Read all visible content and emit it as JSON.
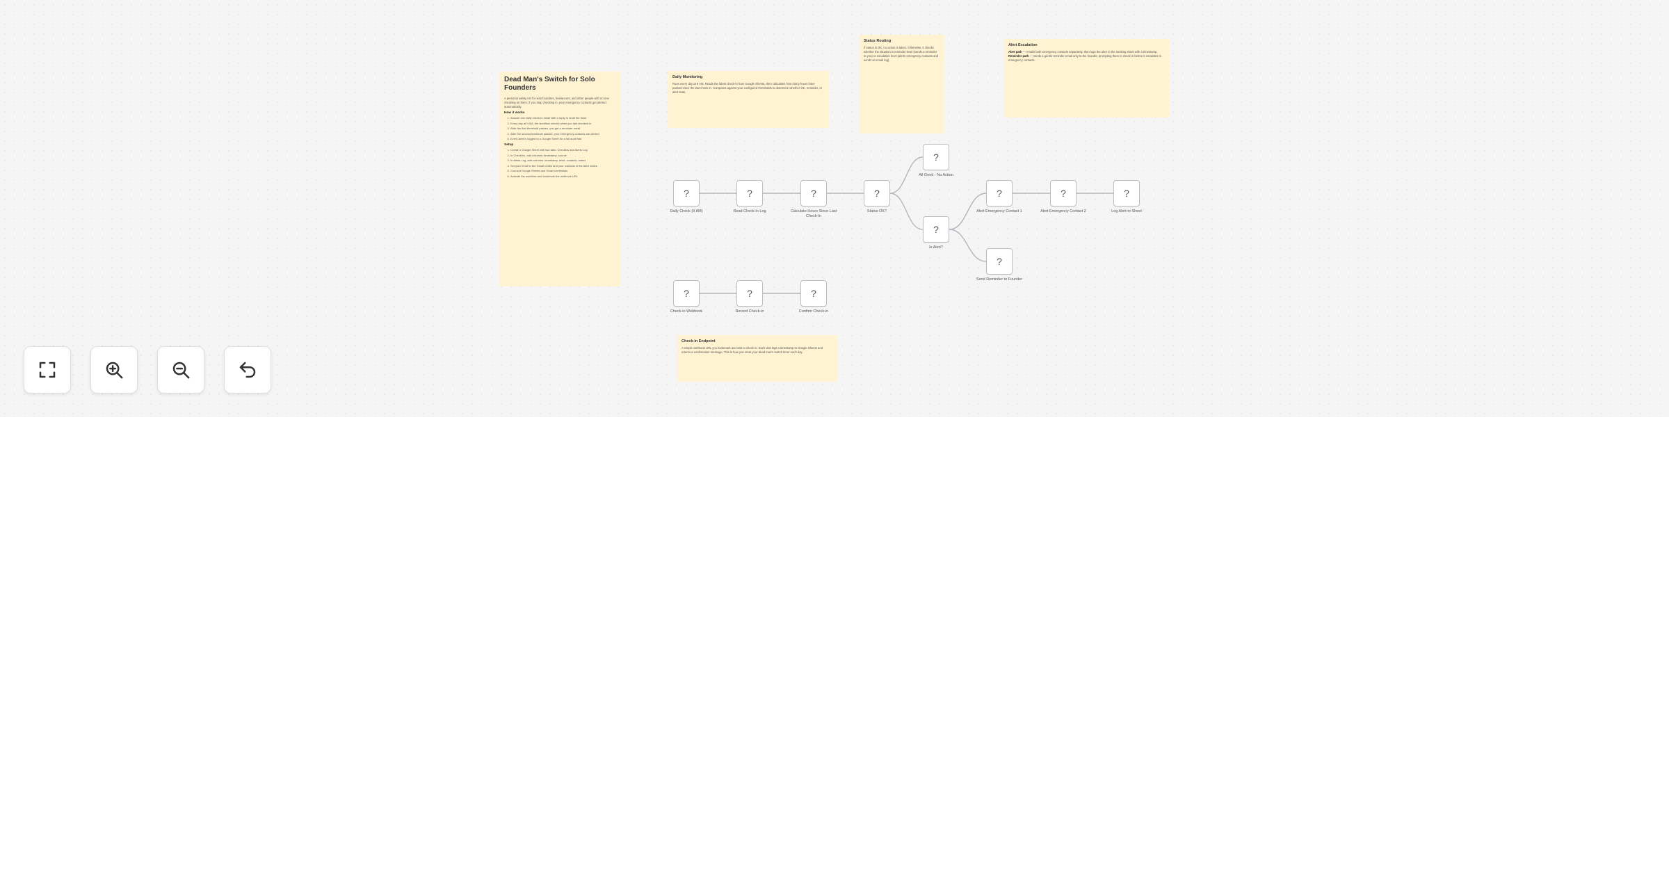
{
  "main_note": {
    "title": "Dead Man's Switch for Solo Founders",
    "intro": "A personal safety net for solo founders, freelancers, and other people with no one checking on them. If you stop checking in, your emergency contacts get alerted automatically.",
    "how_heading": "How it works",
    "how_items": [
      "Answer one daily check-in email with a reply to reset the timer",
      "Every day at 9 AM, the workflow checks when you last checked in",
      "After the first threshold passes, you get a reminder email",
      "After the second threshold passes, your emergency contacts are alerted",
      "Every alert is logged to a Google Sheet for a full audit trail"
    ],
    "setup_heading": "Setup",
    "setup_items": [
      "Create a Google Sheet with two tabs: CheckIns and Alerts Log",
      "In CheckIns, add columns: timestamp, source",
      "In Alerts Log, add columns: timestamp, level, contacts, status",
      "Set your email in the Gmail nodes and your contacts in the Alert nodes",
      "Connect Google Sheets and Gmail credentials",
      "Activate the workflow and bookmark the webhook URL"
    ]
  },
  "notes": {
    "daily_monitoring": {
      "title": "Daily Monitoring",
      "body": "Runs every day at 9 AM. Reads the latest check-in from Google Sheets, then calculates how many hours have passed since the last check-in. Compares against your configured thresholds to determine whether OK, reminder, or alert state."
    },
    "status_routing": {
      "title": "Status Routing",
      "body": "If status is OK, no action is taken. Otherwise, it checks whether the situation is reminder level (sends a reminder to you) or escalation level (alerts emergency contacts and sends an email log)."
    },
    "alert_escalation": {
      "title": "Alert Escalation",
      "body_lead_1": "Alert path",
      "body_rest_1": " — emails both emergency contacts separately, then logs the alert to the tracking sheet with a timestamp.",
      "body_lead_2": "Reminder path",
      "body_rest_2": " — sends a gentle reminder email only to the founder, prompting them to check in before it escalates to emergency contacts."
    },
    "check_in_endpoint": {
      "title": "Check-in Endpoint",
      "body": "A simple webhook URL you bookmark and visit to check in. Each visit logs a timestamp to Google Sheets and returns a confirmation message. This is how you reset your dead man's switch timer each day."
    }
  },
  "nodes": [
    {
      "id": "n_daily",
      "icon": "?",
      "label": "Daily Check (9 AM)"
    },
    {
      "id": "n_read",
      "icon": "?",
      "label": "Read Check-in Log"
    },
    {
      "id": "n_calc",
      "icon": "?",
      "label": "Calculate Hours Since Last Check-In"
    },
    {
      "id": "n_status",
      "icon": "?",
      "label": "Status OK?"
    },
    {
      "id": "n_allgood",
      "icon": "?",
      "label": "All Good - No Action"
    },
    {
      "id": "n_isalert",
      "icon": "?",
      "label": "Is Alert?"
    },
    {
      "id": "n_alert1",
      "icon": "?",
      "label": "Alert Emergency Contact 1"
    },
    {
      "id": "n_alert2",
      "icon": "?",
      "label": "Alert Emergency Contact 2"
    },
    {
      "id": "n_logalert",
      "icon": "?",
      "label": "Log Alert to Sheet"
    },
    {
      "id": "n_reminder",
      "icon": "?",
      "label": "Send Reminder to Founder"
    },
    {
      "id": "n_webhook",
      "icon": "?",
      "label": "Check-in Webhook"
    },
    {
      "id": "n_record",
      "icon": "?",
      "label": "Record Check-in"
    },
    {
      "id": "n_confirm",
      "icon": "?",
      "label": "Confirm Check-in"
    }
  ],
  "controls": {
    "fit_view_icon": "fit-view-icon",
    "zoom_in_icon": "zoom-in-icon",
    "zoom_out_icon": "zoom-out-icon",
    "undo_icon": "undo-icon"
  },
  "colors": {
    "sticky": "#fff3d1",
    "canvas": "#f5f5f6",
    "edge": "#b4b4ba"
  }
}
